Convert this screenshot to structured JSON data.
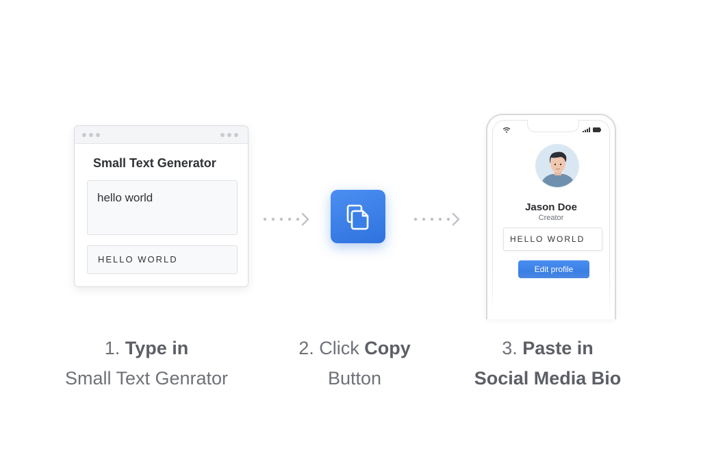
{
  "step1": {
    "window_title": "Small Text Generator",
    "input_value": "hello world",
    "output_value": "HELLO WORLD"
  },
  "step2": {
    "button_icon": "copy-icon",
    "accent_color": "#3a7fe8"
  },
  "step3": {
    "profile_name": "Jason Doe",
    "profile_role": "Creator",
    "bio_value": "HELLO WORLD",
    "edit_button_label": "Edit profile"
  },
  "captions": [
    {
      "prefix": "1. ",
      "bold": "Type in",
      "line2_plain": "Small Text Genrator",
      "line2_bold": ""
    },
    {
      "prefix": "2. Click ",
      "bold": "Copy",
      "line2_plain": "Button",
      "line2_bold": ""
    },
    {
      "prefix": "3. ",
      "bold": "Paste in",
      "line2_plain": "",
      "line2_bold": "Social Media Bio"
    }
  ]
}
